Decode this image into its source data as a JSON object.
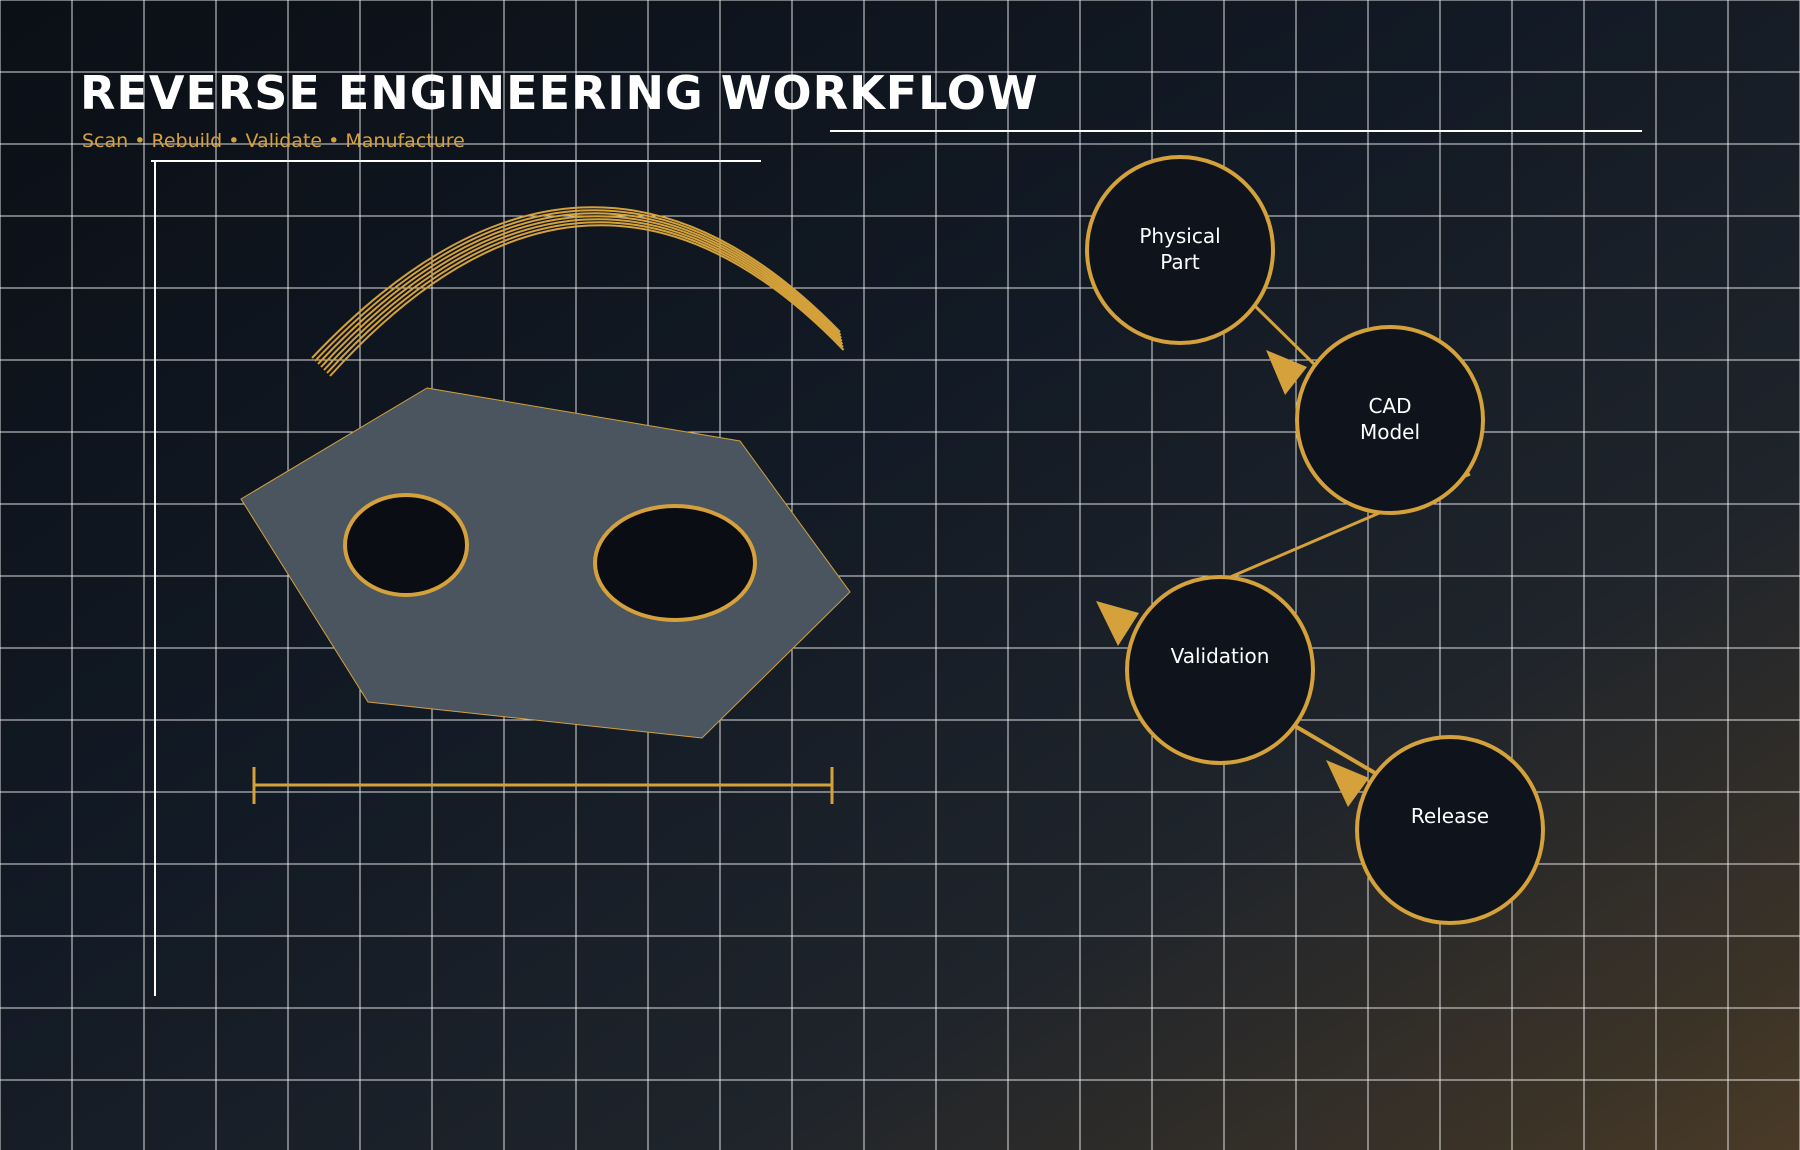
{
  "header": {
    "title": "REVERSE ENGINEERING WORKFLOW",
    "subtitle": "Scan • Rebuild • Validate • Manufacture"
  },
  "colors": {
    "accent": "#d4a13a",
    "node_fill": "#0f141c",
    "part_fill": "#4a5560",
    "hole_fill": "#0a0d13",
    "grid_line": "#ffffff",
    "text": "#ffffff"
  },
  "workflow": {
    "nodes": [
      {
        "id": "physical-part",
        "lines": [
          "Physical",
          "Part"
        ]
      },
      {
        "id": "cad-model",
        "lines": [
          "CAD",
          "Model"
        ]
      },
      {
        "id": "validation",
        "lines": [
          "Validation"
        ]
      },
      {
        "id": "release",
        "lines": [
          "Release"
        ]
      }
    ],
    "edges": [
      {
        "from": "physical-part",
        "to": "cad-model"
      },
      {
        "from": "cad-model",
        "to": "validation"
      },
      {
        "from": "validation",
        "to": "release"
      }
    ]
  },
  "illustration": {
    "part": "flat plate with two holes",
    "scan_arc": "layered scan arc",
    "dimension": "horizontal dimension line"
  }
}
